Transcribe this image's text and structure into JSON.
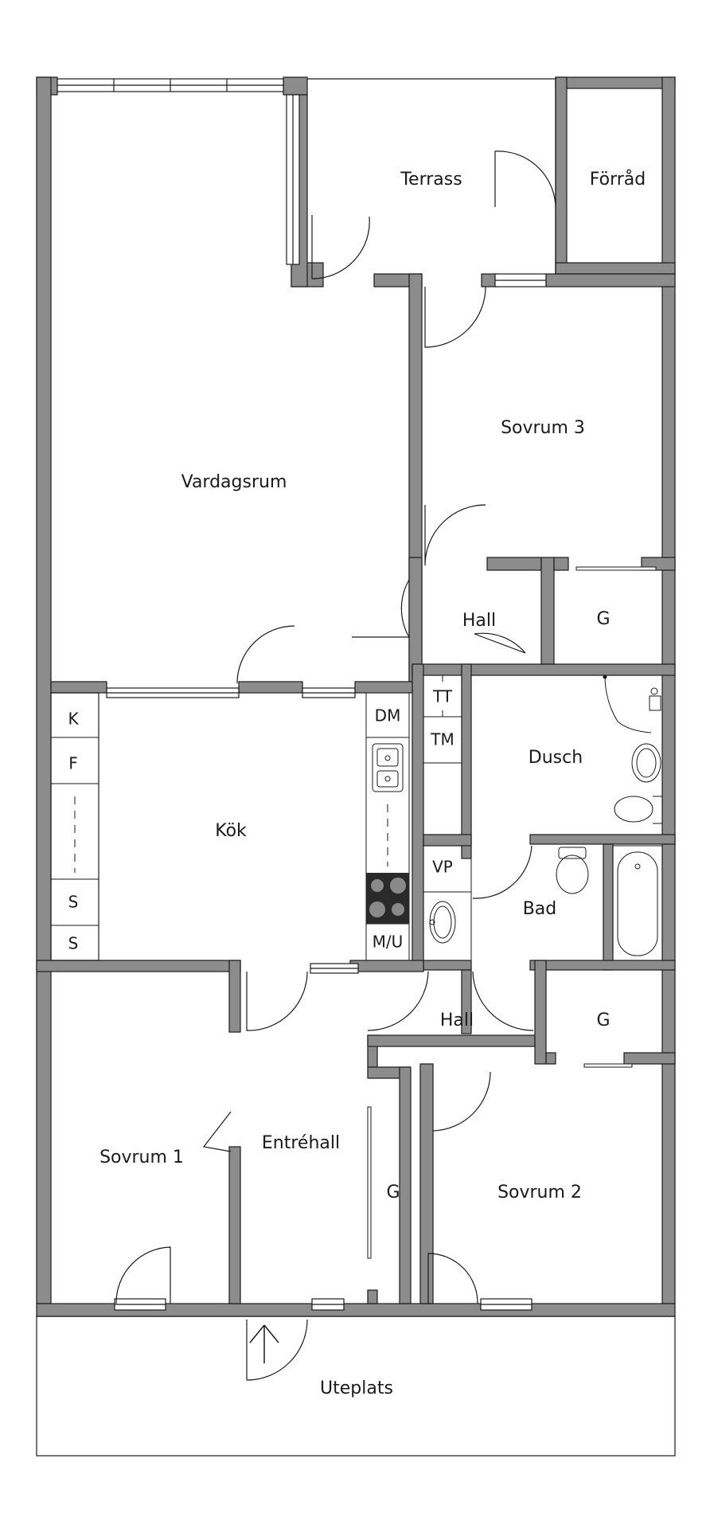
{
  "rooms": {
    "terrass": "Terrass",
    "forrad": "Förråd",
    "vardagsrum": "Vardagsrum",
    "sovrum3": "Sovrum 3",
    "hall_upper": "Hall",
    "closet_upper": "G",
    "dusch": "Dusch",
    "kok": "Kök",
    "bad": "Bad",
    "hall_lower": "Hall",
    "closet_lower_right": "G",
    "sovrum1": "Sovrum 1",
    "entrehall": "Entréhall",
    "closet_entre": "G",
    "sovrum2": "Sovrum 2",
    "uteplats": "Uteplats"
  },
  "fixtures": {
    "k": "K",
    "f": "F",
    "s1": "S",
    "s2": "S",
    "dm": "DM",
    "mu": "M/U",
    "tt": "TT",
    "tm": "TM",
    "vp": "VP"
  }
}
